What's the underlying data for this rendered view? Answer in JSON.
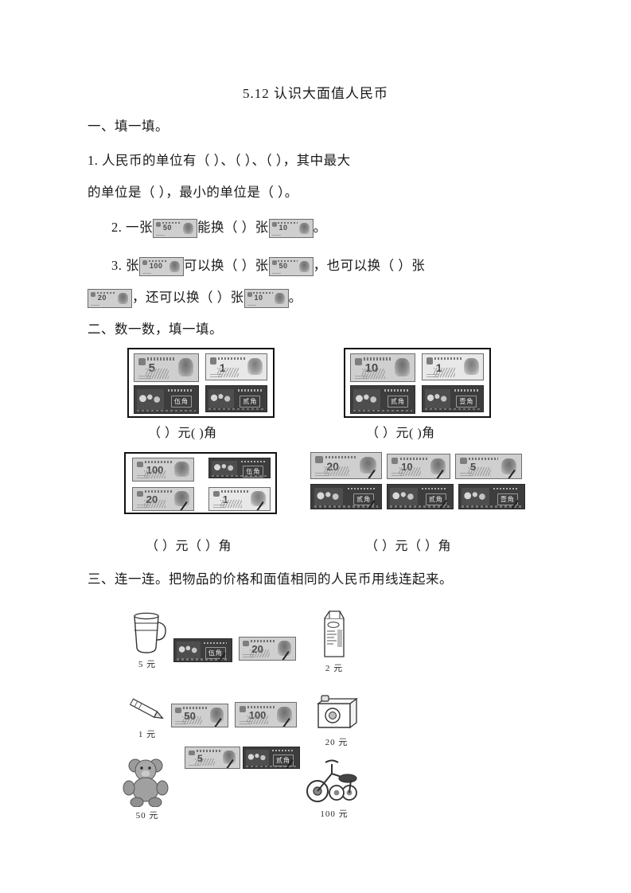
{
  "worksheet": {
    "title": "5.12  认识大面值人民币"
  },
  "section_one": {
    "heading": "一、填一填。",
    "q1_line1": "1. 人民币的单位有（           ）、（           ）、（           ），其中最大",
    "q1_line2": "的单位是（           ），最小的单位是（           ）。",
    "q2_a": "2. 一张",
    "q2_b": "能换（            ）张",
    "q2_c": "。",
    "q3_a": "3. 张",
    "q3_b": "可以换（            ）张",
    "q3_c": "，也可以换（            ）张",
    "q3_d": "，还可以换（            ）张",
    "q3_e": "。",
    "notes": {
      "q2_note1": {
        "denom": "50",
        "kind": "yuan"
      },
      "q2_note2": {
        "denom": "10",
        "kind": "yuan"
      },
      "q3_note1": {
        "denom": "100",
        "kind": "yuan"
      },
      "q3_note2": {
        "denom": "50",
        "kind": "yuan"
      },
      "q3_note3": {
        "denom": "20",
        "kind": "yuan"
      },
      "q3_note4": {
        "denom": "10",
        "kind": "yuan"
      }
    }
  },
  "section_two": {
    "heading": "二、数一数，填一填。",
    "groups": [
      {
        "id": "group-1",
        "boxed": true,
        "answer": "（       ）元(         )角",
        "notes": [
          {
            "denom": "5",
            "kind": "yuan",
            "cn": ""
          },
          {
            "denom": "1",
            "kind": "yuan",
            "cn": ""
          },
          {
            "denom": "",
            "kind": "jiao",
            "cn": "伍角"
          },
          {
            "denom": "",
            "kind": "jiao",
            "cn": "贰角"
          }
        ]
      },
      {
        "id": "group-2",
        "boxed": true,
        "answer": "（       ）元(         )角",
        "notes": [
          {
            "denom": "10",
            "kind": "yuan",
            "cn": ""
          },
          {
            "denom": "1",
            "kind": "yuan",
            "cn": ""
          },
          {
            "denom": "",
            "kind": "jiao",
            "cn": "贰角"
          },
          {
            "denom": "",
            "kind": "jiao",
            "cn": "壹角"
          }
        ]
      },
      {
        "id": "group-3",
        "boxed": true,
        "answer": "（       ）元（        ）角",
        "notes": [
          {
            "denom": "100",
            "kind": "yuan",
            "cn": ""
          },
          {
            "denom": "",
            "kind": "jiao",
            "cn": "伍角"
          },
          {
            "denom": "20",
            "kind": "yuan",
            "cn": ""
          },
          {
            "denom": "1",
            "kind": "yuan",
            "cn": ""
          }
        ]
      },
      {
        "id": "group-4",
        "boxed": false,
        "answer": "（       ）元（        ）角",
        "notes": [
          {
            "denom": "20",
            "kind": "yuan",
            "cn": ""
          },
          {
            "denom": "10",
            "kind": "yuan",
            "cn": ""
          },
          {
            "denom": "5",
            "kind": "yuan",
            "cn": ""
          },
          {
            "denom": "",
            "kind": "jiao",
            "cn": "贰角"
          },
          {
            "denom": "",
            "kind": "jiao",
            "cn": "贰角"
          },
          {
            "denom": "",
            "kind": "jiao",
            "cn": "壹角"
          }
        ]
      }
    ]
  },
  "section_three": {
    "heading": "三、连一连。把物品的价格和面值相同的人民币用线连起来。",
    "items": [
      {
        "name": "cup",
        "price": "5 元"
      },
      {
        "name": "milk",
        "price": "2 元"
      },
      {
        "name": "pencil",
        "price": "1 元"
      },
      {
        "name": "camera",
        "price": "20 元"
      },
      {
        "name": "bear",
        "price": "50 元"
      },
      {
        "name": "tricycle",
        "price": "100 元"
      }
    ],
    "money": [
      {
        "denom": "",
        "kind": "jiao",
        "cn": "伍角"
      },
      {
        "denom": "20",
        "kind": "yuan",
        "cn": ""
      },
      {
        "denom": "50",
        "kind": "yuan",
        "cn": ""
      },
      {
        "denom": "100",
        "kind": "yuan",
        "cn": ""
      },
      {
        "denom": "5",
        "kind": "yuan",
        "cn": ""
      },
      {
        "denom": "",
        "kind": "jiao",
        "cn": "贰角"
      }
    ]
  }
}
